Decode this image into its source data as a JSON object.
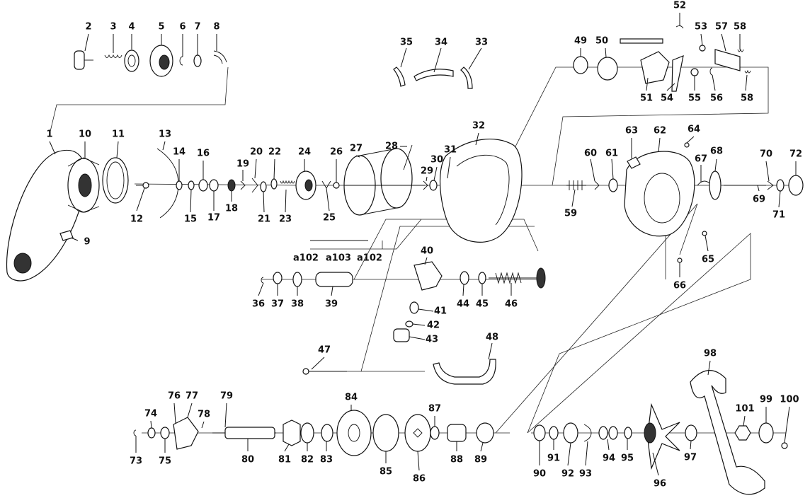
{
  "parts": [
    {
      "id": "1",
      "text": "1"
    },
    {
      "id": "2",
      "text": "2"
    },
    {
      "id": "3",
      "text": "3"
    },
    {
      "id": "4",
      "text": "4"
    },
    {
      "id": "5",
      "text": "5"
    },
    {
      "id": "6",
      "text": "6"
    },
    {
      "id": "7",
      "text": "7"
    },
    {
      "id": "8",
      "text": "8"
    },
    {
      "id": "9",
      "text": "9"
    },
    {
      "id": "10",
      "text": "10"
    },
    {
      "id": "11",
      "text": "11"
    },
    {
      "id": "12",
      "text": "12"
    },
    {
      "id": "13",
      "text": "13"
    },
    {
      "id": "14",
      "text": "14"
    },
    {
      "id": "15",
      "text": "15"
    },
    {
      "id": "16",
      "text": "16"
    },
    {
      "id": "17",
      "text": "17"
    },
    {
      "id": "18",
      "text": "18"
    },
    {
      "id": "19",
      "text": "19"
    },
    {
      "id": "20",
      "text": "20"
    },
    {
      "id": "21",
      "text": "21"
    },
    {
      "id": "22",
      "text": "22"
    },
    {
      "id": "23",
      "text": "23"
    },
    {
      "id": "24",
      "text": "24"
    },
    {
      "id": "25",
      "text": "25"
    },
    {
      "id": "26",
      "text": "26"
    },
    {
      "id": "27",
      "text": "27"
    },
    {
      "id": "28",
      "text": "28"
    },
    {
      "id": "29",
      "text": "29"
    },
    {
      "id": "30",
      "text": "30"
    },
    {
      "id": "31",
      "text": "31"
    },
    {
      "id": "32",
      "text": "32"
    },
    {
      "id": "33",
      "text": "33"
    },
    {
      "id": "34",
      "text": "34"
    },
    {
      "id": "35",
      "text": "35"
    },
    {
      "id": "36",
      "text": "36"
    },
    {
      "id": "37",
      "text": "37"
    },
    {
      "id": "38",
      "text": "38"
    },
    {
      "id": "39",
      "text": "39"
    },
    {
      "id": "40",
      "text": "40"
    },
    {
      "id": "41",
      "text": "41"
    },
    {
      "id": "42",
      "text": "42"
    },
    {
      "id": "43",
      "text": "43"
    },
    {
      "id": "44",
      "text": "44"
    },
    {
      "id": "45",
      "text": "45"
    },
    {
      "id": "46",
      "text": "46"
    },
    {
      "id": "47",
      "text": "47"
    },
    {
      "id": "48",
      "text": "48"
    },
    {
      "id": "49",
      "text": "49"
    },
    {
      "id": "50",
      "text": "50"
    },
    {
      "id": "51",
      "text": "51"
    },
    {
      "id": "52",
      "text": "52"
    },
    {
      "id": "53",
      "text": "53"
    },
    {
      "id": "54",
      "text": "54"
    },
    {
      "id": "55",
      "text": "55"
    },
    {
      "id": "56",
      "text": "56"
    },
    {
      "id": "57",
      "text": "57"
    },
    {
      "id": "58a",
      "text": "58"
    },
    {
      "id": "58b",
      "text": "58"
    },
    {
      "id": "59",
      "text": "59"
    },
    {
      "id": "60",
      "text": "60"
    },
    {
      "id": "61",
      "text": "61"
    },
    {
      "id": "62",
      "text": "62"
    },
    {
      "id": "63",
      "text": "63"
    },
    {
      "id": "64",
      "text": "64"
    },
    {
      "id": "65",
      "text": "65"
    },
    {
      "id": "66",
      "text": "66"
    },
    {
      "id": "67",
      "text": "67"
    },
    {
      "id": "68",
      "text": "68"
    },
    {
      "id": "69",
      "text": "69"
    },
    {
      "id": "70",
      "text": "70"
    },
    {
      "id": "71",
      "text": "71"
    },
    {
      "id": "72",
      "text": "72"
    },
    {
      "id": "73",
      "text": "73"
    },
    {
      "id": "74",
      "text": "74"
    },
    {
      "id": "75",
      "text": "75"
    },
    {
      "id": "76",
      "text": "76"
    },
    {
      "id": "77",
      "text": "77"
    },
    {
      "id": "78",
      "text": "78"
    },
    {
      "id": "79",
      "text": "79"
    },
    {
      "id": "80",
      "text": "80"
    },
    {
      "id": "81",
      "text": "81"
    },
    {
      "id": "82",
      "text": "82"
    },
    {
      "id": "83",
      "text": "83"
    },
    {
      "id": "84",
      "text": "84"
    },
    {
      "id": "85",
      "text": "85"
    },
    {
      "id": "86",
      "text": "86"
    },
    {
      "id": "87",
      "text": "87"
    },
    {
      "id": "88",
      "text": "88"
    },
    {
      "id": "89",
      "text": "89"
    },
    {
      "id": "90",
      "text": "90"
    },
    {
      "id": "91",
      "text": "91"
    },
    {
      "id": "92",
      "text": "92"
    },
    {
      "id": "93",
      "text": "93"
    },
    {
      "id": "94",
      "text": "94"
    },
    {
      "id": "95",
      "text": "95"
    },
    {
      "id": "96",
      "text": "96"
    },
    {
      "id": "97",
      "text": "97"
    },
    {
      "id": "98",
      "text": "98"
    },
    {
      "id": "99",
      "text": "99"
    },
    {
      "id": "100",
      "text": "100"
    },
    {
      "id": "101",
      "text": "101"
    },
    {
      "id": "a102a",
      "text": "a102"
    },
    {
      "id": "a103",
      "text": "a103"
    },
    {
      "id": "a102b",
      "text": "a102"
    }
  ],
  "colors": {
    "ink": "#111111",
    "background": "#ffffff"
  }
}
